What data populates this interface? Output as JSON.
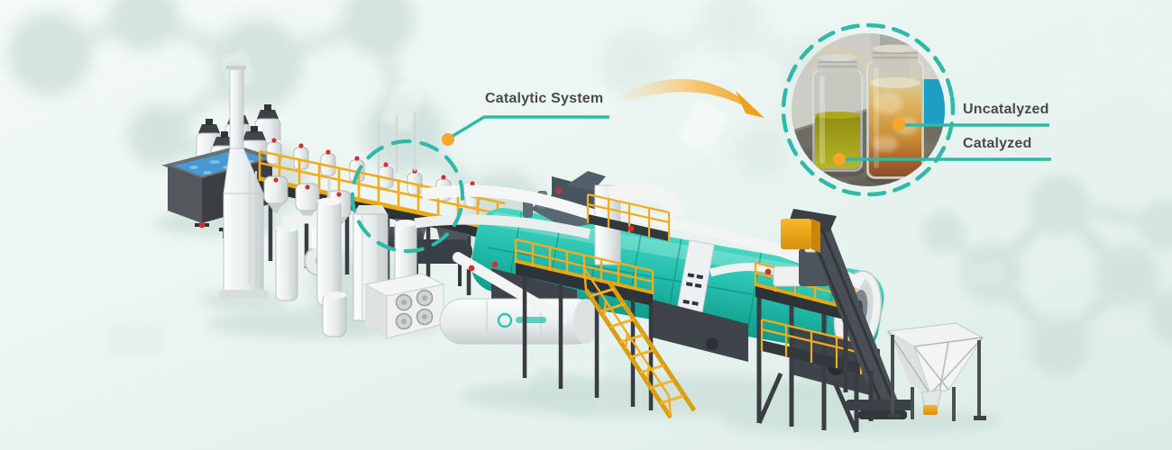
{
  "labels": {
    "catalytic_system": "Catalytic System",
    "uncatalyzed": "Uncatalyzed",
    "catalyzed": "Catalyzed"
  },
  "icons": {
    "highlight_circle": "teal-dashed-circle",
    "inset_circle": "teal-dashed-circle",
    "leader_dot": "orange-dot",
    "flow_arrow": "orange-curved-arrow",
    "molecule": "ball-and-stick-molecule",
    "brand_logo": "teal-ring-logo"
  },
  "colors": {
    "accent_teal": "#2fb9a9",
    "accent_orange": "#f6a72a",
    "label_text": "#4a4a4a",
    "reactor_teal": "#2cc3b0",
    "platform_yellow": "#f0a81c",
    "steel_dark": "#3c4147",
    "equipment_white": "#eef1f2",
    "water_blue": "#4699d2",
    "oil_catalyzed": "#a8a51c",
    "oil_uncatalyzed": "#cf9440",
    "background_tint": "#e9f4f0"
  }
}
